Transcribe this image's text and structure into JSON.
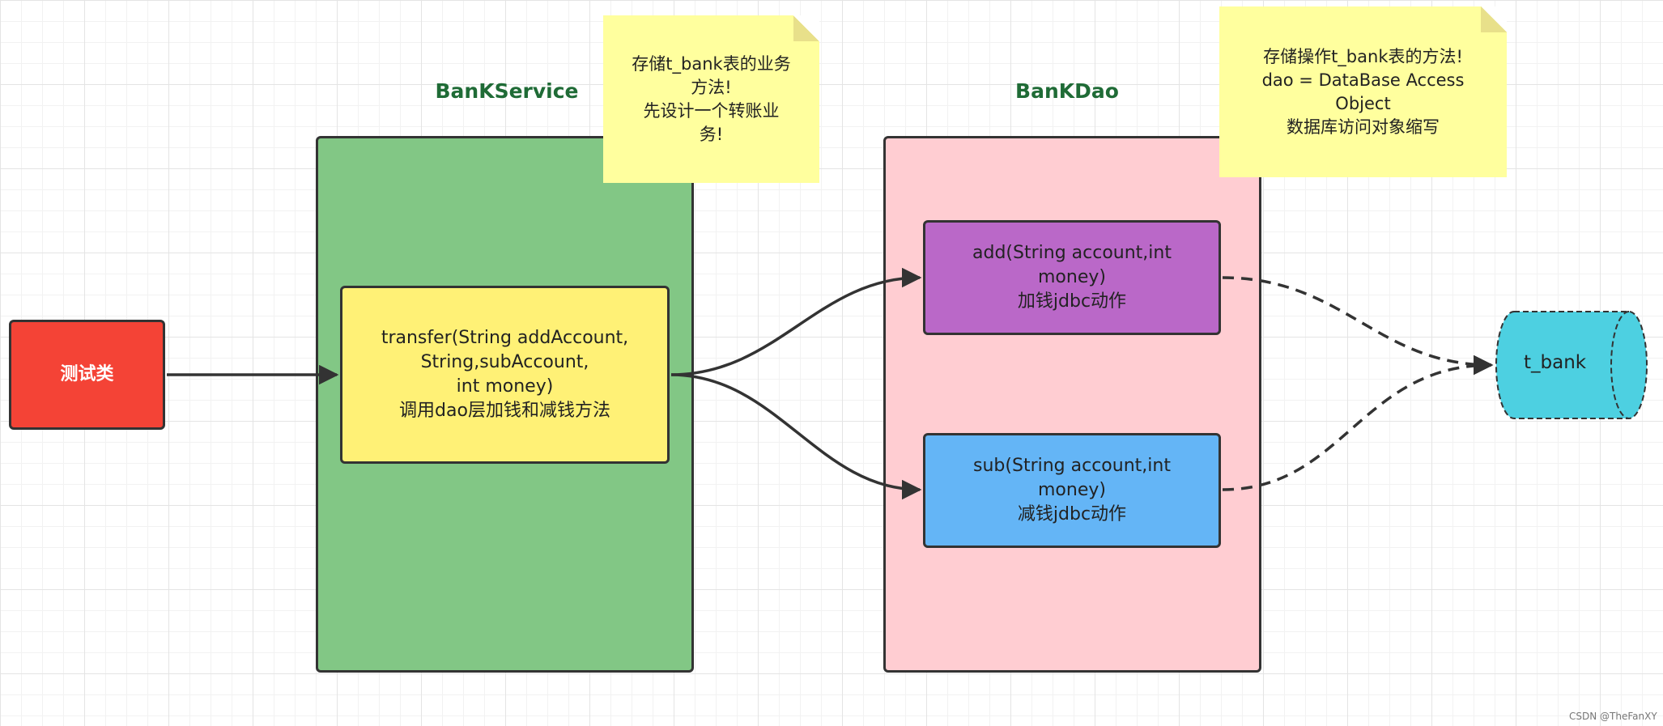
{
  "service": {
    "title": "BanKService",
    "fill": "#82c785",
    "method_text": "transfer(String addAccount,\nString,subAccount,\nint money)\n调用dao层加钱和减钱方法",
    "method_fill": "#fff176",
    "note_text": "存储t_bank表的业务\n方法!\n先设计一个转账业\n务!"
  },
  "dao": {
    "title": "BanKDao",
    "fill": "#ffcdd2",
    "add_text": "add(String account,int\nmoney)\n加钱jdbc动作",
    "add_fill": "#ba68c8",
    "sub_text": "sub(String account,int\nmoney)\n减钱jdbc动作",
    "sub_fill": "#64b5f6",
    "note_text": "存储操作t_bank表的方法!\ndao = DataBase Access\nObject\n数据库访问对象缩写"
  },
  "test": {
    "label": "测试类",
    "fill": "#f44336"
  },
  "database": {
    "label": "t_bank",
    "fill": "#4dd0e1"
  },
  "note_fill": "#ffff9e",
  "watermark": "CSDN @TheFanXY"
}
